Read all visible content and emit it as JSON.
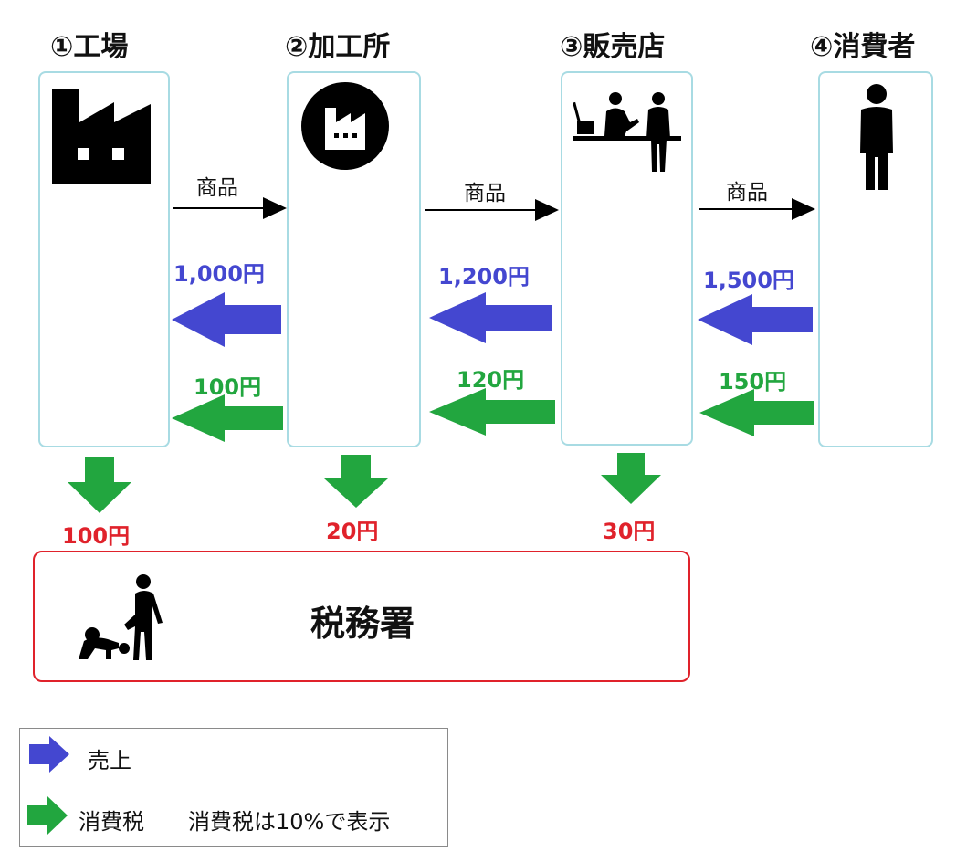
{
  "entities": [
    {
      "title": "①工場"
    },
    {
      "title": "②加工所"
    },
    {
      "title": "③販売店"
    },
    {
      "title": "④消費者"
    }
  ],
  "flows": [
    {
      "goods_label": "商品",
      "sales_amount": "1,000円",
      "tax_amount": "100円"
    },
    {
      "goods_label": "商品",
      "sales_amount": "1,200円",
      "tax_amount": "120円"
    },
    {
      "goods_label": "商品",
      "sales_amount": "1,500円",
      "tax_amount": "150円"
    }
  ],
  "tax_payments": [
    "100円",
    "20円",
    "30円"
  ],
  "tax_office": {
    "label": "税務署"
  },
  "legend": {
    "sales_label": "売上",
    "tax_label": "消費税",
    "note": "消費税は10%で表示"
  },
  "colors": {
    "sales_arrow": "#4447d0",
    "tax_arrow": "#22a63f",
    "tax_amount_text": "#e0222b",
    "box_border": "#a8dbe3",
    "tax_office_border": "#e0222b"
  }
}
